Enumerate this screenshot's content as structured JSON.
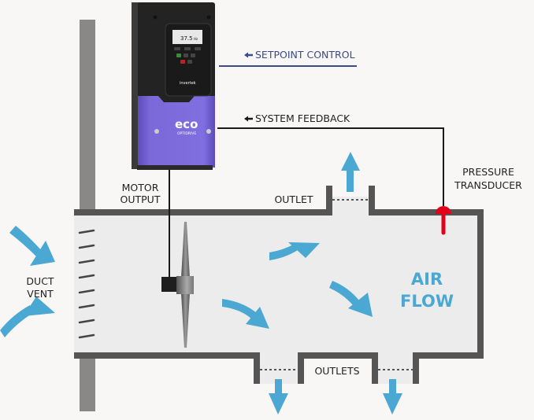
{
  "diagram": {
    "title": "Variable speed drive duct pressure control",
    "labels": {
      "setpoint_control": "SETPOINT CONTROL",
      "system_feedback": "SYSTEM FEEDBACK",
      "motor_output_line1": "MOTOR",
      "motor_output_line2": "OUTPUT",
      "outlet": "OUTLET",
      "outlets": "OUTLETS",
      "pressure_transducer_line1": "PRESSURE",
      "pressure_transducer_line2": "TRANSDUCER",
      "duct_vent_line1": "DUCT",
      "duct_vent_line2": "VENT",
      "air_flow_line1": "AIR",
      "air_flow_line2": "FLOW"
    },
    "drive": {
      "display_value": "37.5",
      "display_unit": "Hz",
      "brand_logo": "eco",
      "brand_sub": "OPTIDRIVE",
      "maker": "invertek"
    },
    "colors": {
      "background": "#f8f7f5",
      "duct_wall": "#555555",
      "duct_fill": "#ececec",
      "airflow_blue": "#4aa8d2",
      "setpoint_line": "#3b4a8a",
      "feedback_line": "#1a1a1a",
      "transducer_red": "#e3001b",
      "drive_purple": "#7b68d9",
      "drive_body": "#2a2a2a",
      "pole_gray": "#888888"
    }
  }
}
